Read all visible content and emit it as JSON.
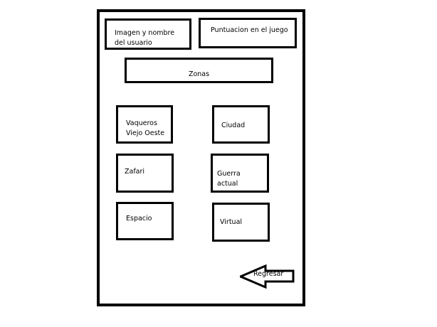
{
  "user": {
    "line1": "Imagen y nombre",
    "line2": "del usuario"
  },
  "score": {
    "label": "Puntuacion en el juego"
  },
  "zones": {
    "title": "Zonas",
    "vaqueros": {
      "line1": "Vaqueros",
      "line2": "Viejo Oeste"
    },
    "ciudad": {
      "label": "Ciudad"
    },
    "zafari": {
      "label": "Zafari"
    },
    "guerra": {
      "line1": "Guerra",
      "line2": "actual"
    },
    "espacio": {
      "label": "Espacio"
    },
    "virtual": {
      "label": "Virtual"
    }
  },
  "back": {
    "label": "Regresar",
    "icon": "arrow-left-icon"
  }
}
